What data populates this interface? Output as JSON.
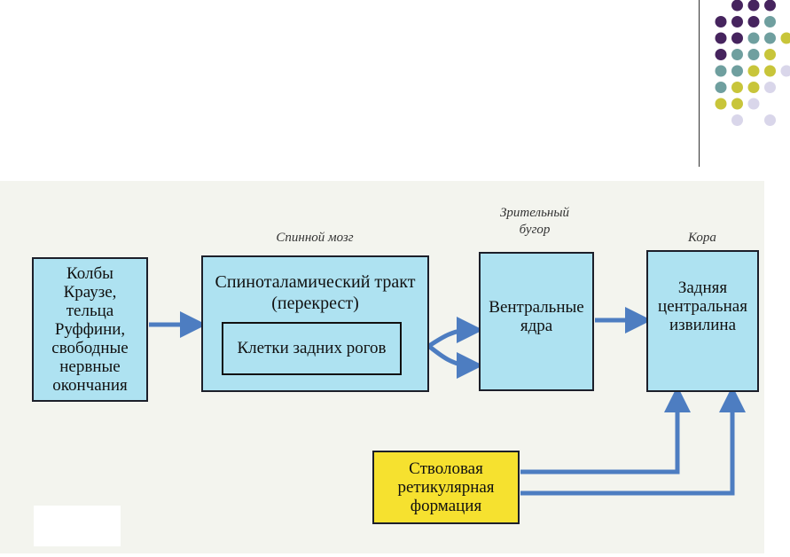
{
  "colors": {
    "purple": "#46245e",
    "teal": "#6f9f9f",
    "olive": "#c8c53a",
    "lavender": "#d9d6ea",
    "box_fill": "#aee2f1",
    "reticular_fill": "#f6e12f",
    "arrow": "#4d7dc1"
  },
  "diagram": {
    "captions": {
      "spinal": "Спинной мозг",
      "thalamus": [
        "Зрительный",
        "бугор"
      ],
      "cortex": "Кора"
    },
    "receptor_lines": [
      "Колбы",
      "Краузе,",
      "тельца",
      "Руффини,",
      "свободные",
      "нервные",
      "окончания"
    ],
    "spinal_lines": [
      "Спиноталамический тракт",
      "(перекрест)"
    ],
    "dorsal_horn": "Клетки задних рогов",
    "thalamus_lines": [
      "Вентральные",
      "ядра"
    ],
    "cortex_lines": [
      "Задняя",
      "центральная",
      "извилина"
    ],
    "reticular_lines": [
      "Стволовая",
      "ретикулярная",
      "формация"
    ]
  }
}
